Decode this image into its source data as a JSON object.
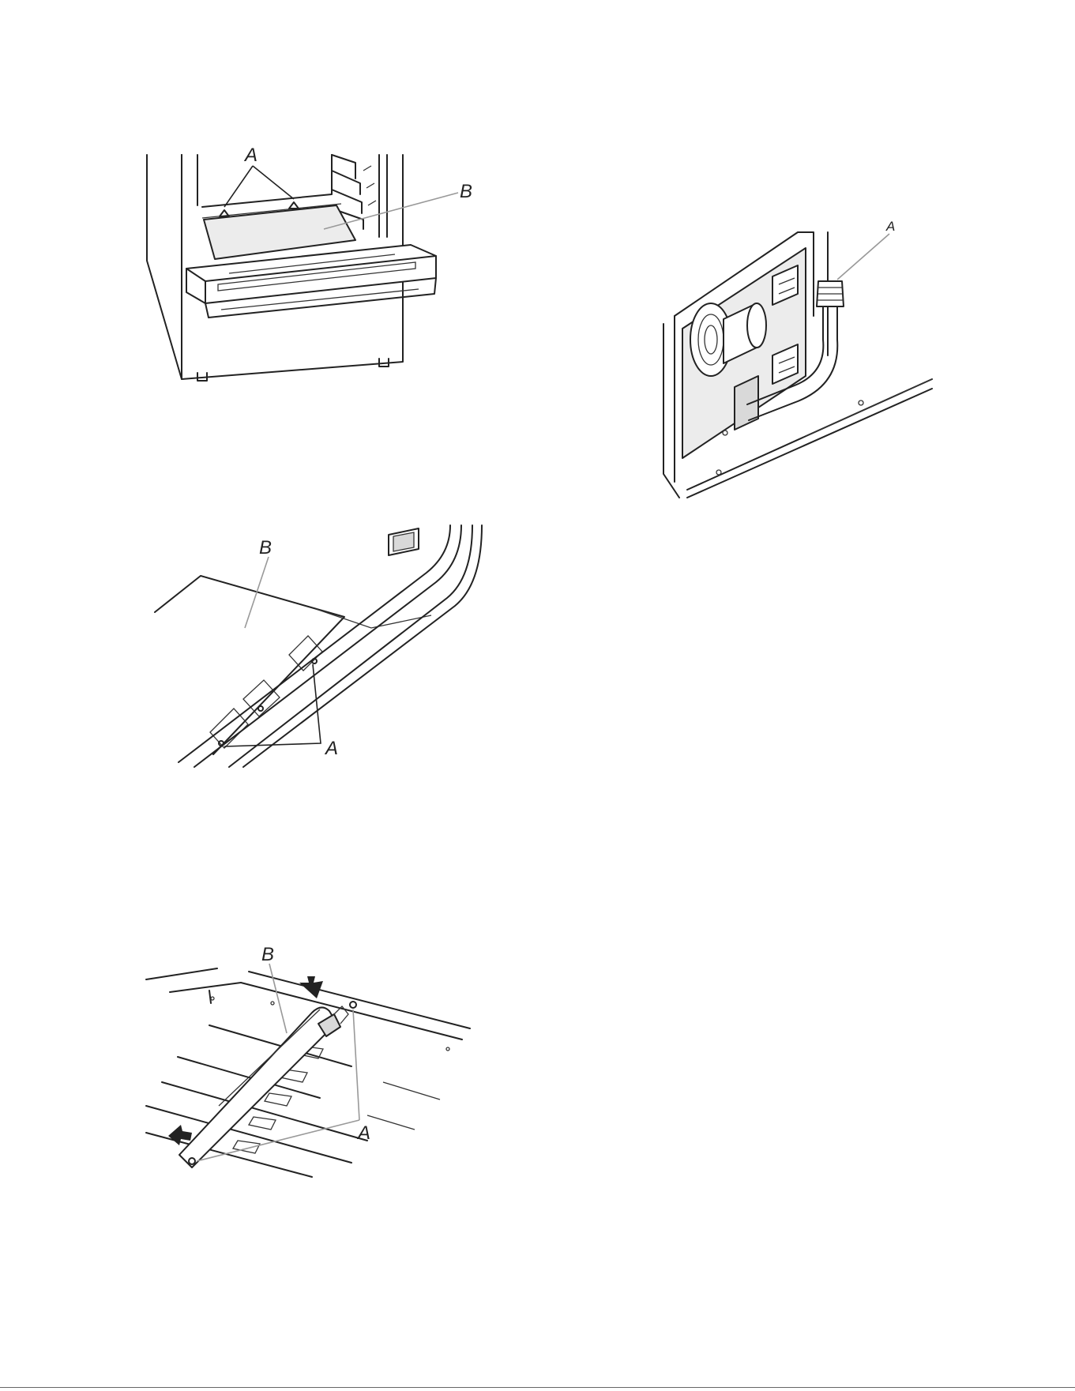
{
  "figures": {
    "fig1": {
      "label_a": "A",
      "label_b": "B"
    },
    "fig2": {
      "label_a": "A"
    },
    "fig3": {
      "label_a": "A",
      "label_b": "B"
    },
    "fig4": {
      "label_a": "A",
      "label_b": "B"
    }
  },
  "colors": {
    "line": "#222222",
    "leader": "#999999",
    "background": "#ffffff"
  }
}
